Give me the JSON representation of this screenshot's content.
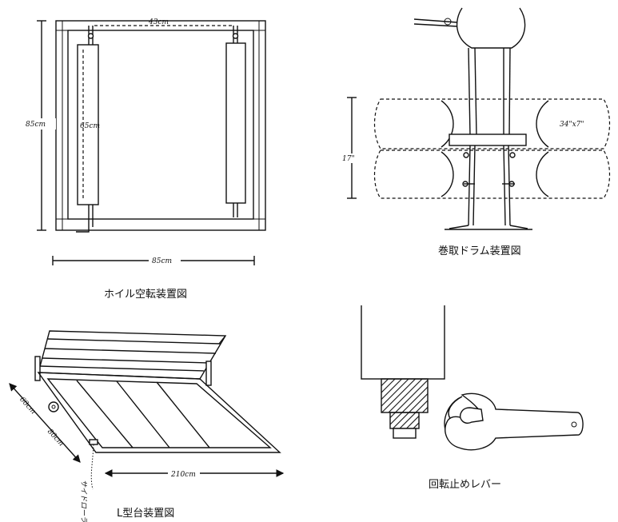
{
  "captions": {
    "wheel": "ホイル空転装置図",
    "drum": "巻取ドラム装置図",
    "lstand": "L型台装置図",
    "lever": "回転止めレバー"
  },
  "dimensions": {
    "wheel_height": "85cm",
    "wheel_width": "85cm",
    "roller_gap": "43cm",
    "roller_length": "65cm",
    "drum_height": "17\"",
    "drum_size": "34\"x7\"",
    "lstand_side_a": "60cm",
    "lstand_side_b": "80cm",
    "lstand_length": "210cm",
    "side_roller_note": "サイドローラー"
  }
}
